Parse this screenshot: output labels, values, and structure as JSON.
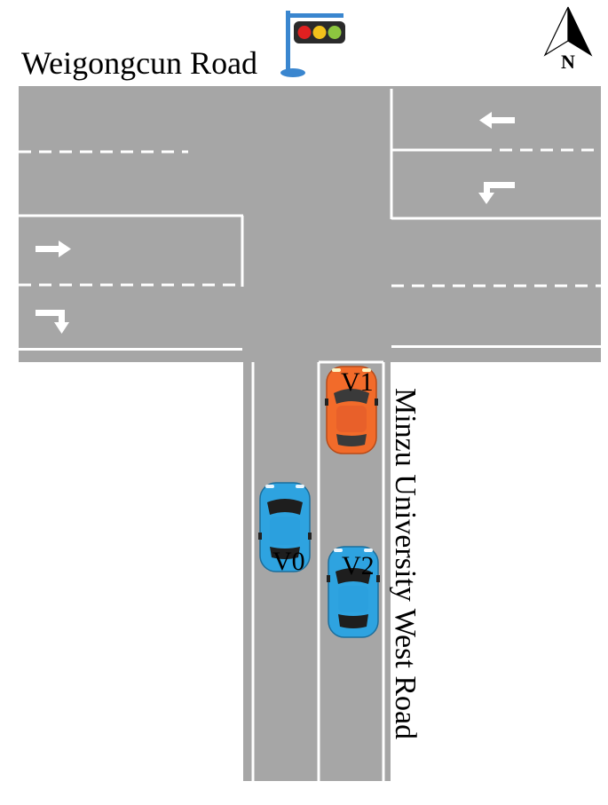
{
  "roads": {
    "horizontal_name": "Weigongcun Road",
    "vertical_name": "Minzu University West Road"
  },
  "compass": {
    "label": "N"
  },
  "vehicles": [
    {
      "id": "V1",
      "label": "V1",
      "color": "#f26b2a"
    },
    {
      "id": "V0",
      "label": "V0",
      "color": "#2ea3e0"
    },
    {
      "id": "V2",
      "label": "V2",
      "color": "#2ea3e0"
    }
  ],
  "colors": {
    "road": "#a6a6a6",
    "lane_marking": "#ffffff",
    "traffic_light_pole": "#3a86cf",
    "light_red": "#e02020",
    "light_yellow": "#f2c21b",
    "light_green": "#8cc63f"
  },
  "lane_arrows": {
    "eastbound": [
      "straight",
      "right-turn"
    ],
    "westbound": [
      "straight",
      "left-turn"
    ]
  }
}
